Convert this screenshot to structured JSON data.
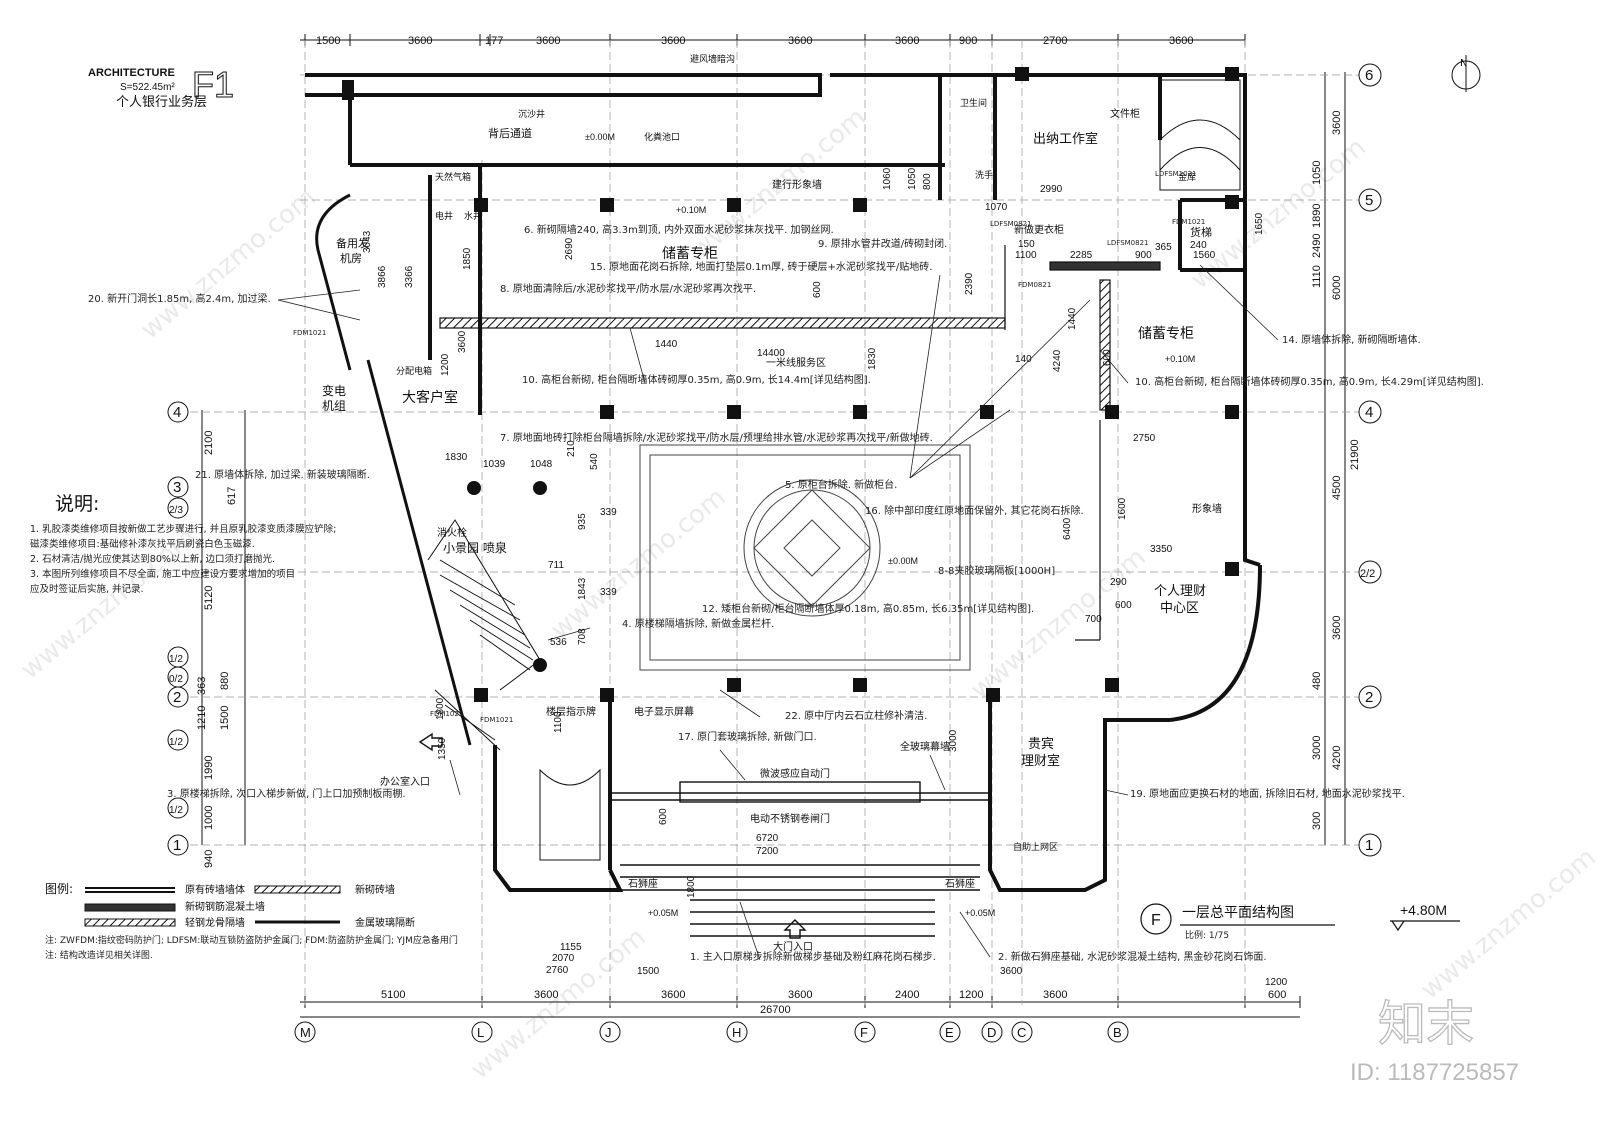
{
  "header": {
    "architecture": "ARCHITECTURE",
    "area": "S=522.45m²",
    "floor_code": "F1",
    "floor_name": "个人银行业务层"
  },
  "top_dims": [
    "1500",
    "3600",
    "177",
    "3600",
    "3600",
    "3600",
    "3600",
    "900",
    "2700",
    "3600"
  ],
  "bottom_dims": [
    "5100",
    "3600",
    "3600",
    "3600",
    "2400",
    "1200",
    "3600",
    "600"
  ],
  "bottom_total": "26700",
  "bottom_axes": [
    "M",
    "L",
    "J",
    "H",
    "F",
    "E",
    "D",
    "C",
    "B"
  ],
  "right_axes": [
    "6",
    "5",
    "4",
    "2/2",
    "2",
    "1"
  ],
  "left_axes": [
    "4",
    "3",
    "2/3",
    "1/2",
    "0/2",
    "2",
    "1/2",
    "1/2",
    "1"
  ],
  "right_dims": [
    "3600",
    "1050",
    "1890",
    "2490",
    "1110",
    "6000",
    "4500",
    "3600",
    "480",
    "3000",
    "4200",
    "300",
    "21900"
  ],
  "left_dims": [
    "2100",
    "617",
    "5120",
    "363",
    "880",
    "1210",
    "1500",
    "1990",
    "1000",
    "940"
  ],
  "rooms": {
    "savings_left": "储蓄专柜",
    "savings_right": "储蓄专柜",
    "cashier": "出纳工作室",
    "vip_client": "大客户室",
    "garden": "小景园 喷泉",
    "financial_1": "个人理财",
    "financial_2": "中心区",
    "vip_finance_1": "贵宾",
    "vip_finance_2": "理财室",
    "power": "变电",
    "power2": "机组",
    "generator": "备用发",
    "generator2": "机房",
    "elevator": "货梯",
    "back_passage": "背后通道",
    "service_zone": "一米线服务区",
    "gas": "天然气箱",
    "toilet": "卫生间",
    "wash": "洗手",
    "file_cab": "文件柜",
    "vault": "金库",
    "new_locker": "新做更衣柜",
    "brand_wall": "建行形象墙",
    "image_wall": "形象墙",
    "fire_box": "消火栓",
    "dist_box": "分配电箱",
    "lion_left": "石狮座",
    "lion_right": "石狮座",
    "floor_sign": "楼层指示牌",
    "screen": "电子显示屏幕",
    "auto_door": "微波感应自动门",
    "shutter": "电动不锈钢卷闸门",
    "glass_wall": "全玻璃幕墙",
    "self_service": "自助上网区",
    "office_entry": "办公室入口",
    "main_entry": "大门入口",
    "elec_well": "电井",
    "water_well": "水井",
    "sand_well": "沉沙井",
    "vent": "避风墙暗沟",
    "fire_entry": "化粪池口"
  },
  "elevations": [
    "±0.00M",
    "+0.10M",
    "+0.10M",
    "±0.00M",
    "+0.05M",
    "+0.05M"
  ],
  "notes": [
    "6. 新砌隔墙240, 高3.3m到顶, 内外双面水泥砂浆抹灰找平. 加钢丝网.",
    "9. 原排水管井改道/砖砌封闭.",
    "15. 原地面花岗石拆除, 地面打垫层0.1m厚, 砖于硬层+水泥砂浆找平/贴地砖.",
    "8. 原地面清除后/水泥砂浆找平/防水层/水泥砂浆再次找平.",
    "20. 新开门洞长1.85m, 高2.4m, 加过梁.",
    "14. 原墙体拆除, 新砌隔断墙体.",
    "10. 高柜台新砌, 柜台隔断墙体砖砌厚0.35m, 高0.9m, 长14.4m[详见结构图].",
    "10. 高柜台新砌, 柜台隔断墙体砖砌厚0.35m, 高0.9m, 长4.29m[详见结构图].",
    "7. 原地面地砖打除柜台隔墙拆除/水泥砂浆找平/防水层/预埋给排水管/水泥砂浆再次找平/新做地砖.",
    "5. 原柜台拆除. 新做柜台.",
    "21. 原墙体拆除, 加过梁. 新装玻璃隔断.",
    "16. 除中部印度红原地面保留外, 其它花岗石拆除.",
    "8-8夹胶玻璃隔板[1000H]",
    "12. 矮柜台新砌/柜台隔断墙体厚0.18m, 高0.85m, 长6.35m[详见结构图].",
    "4. 原楼梯隔墙拆除, 新做金属栏杆.",
    "22. 原中厅内云石立柱修补清洁.",
    "17. 原门套玻璃拆除, 新做门口.",
    "3. 原楼梯拆除, 次口入梯步新做, 门上口加预制板雨棚.",
    "19. 原地面应更换石材的地面, 拆除旧石材, 地面水泥砂浆找平.",
    "1. 主入口原梯步拆除新做梯步基础及粉红麻花岗石梯步.",
    "2. 新做石狮座基础, 水泥砂浆混凝土结构, 黑金砂花岗石饰面."
  ],
  "explain": {
    "title": "说明:",
    "items": [
      "1.   乳胶漆类维修项目按新做工艺步骤进行, 并且原乳胶漆变质漆膜应铲除;",
      "      磁漆类维修项目:基础修补漆灰找平后刷瓷白色玉磁漆.",
      "2.   石材清洁/抛光应使其达到80%以上新, 边口须打磨抛光.",
      "3.   本图所列维修项目不尽全面, 施工中应建设方要求增加的项目",
      "      应及时签证后实施, 并记录."
    ]
  },
  "legend": {
    "title": "图例:",
    "items": [
      "原有砖墙墙体",
      "新砌砖墙",
      "新砌钢筋混凝土墙",
      "轻钢龙骨隔墙",
      "金属玻璃隔断"
    ],
    "note1": "注: ZWFDM:指纹密码防护门; LDFSM:联动互锁防盗防护金属门; FDM:防盗防护金属门; YJM应急备用门",
    "note2": "注: 结构改造详见相关详图."
  },
  "title_block": {
    "letter": "F",
    "title": "一层总平面结构图",
    "scale": "比例: 1/75",
    "level": "+4.80M"
  },
  "inner_dims": [
    "1060",
    "1050",
    "800",
    "2990",
    "1070",
    "150",
    "1100",
    "2285",
    "900",
    "365",
    "240",
    "1560",
    "1650",
    "2690",
    "3043",
    "3866",
    "3366",
    "1850",
    "2390",
    "600",
    "1440",
    "14400",
    "1830",
    "140",
    "4240",
    "1440",
    "600",
    "3600",
    "1200",
    "2750",
    "1830",
    "1039",
    "1048",
    "210",
    "540",
    "935",
    "339",
    "711",
    "1843",
    "339",
    "536",
    "708",
    "1600",
    "6400",
    "3350",
    "290",
    "600",
    "700",
    "1100",
    "3000",
    "600",
    "6720",
    "7200",
    "1800",
    "1350",
    "1800",
    "1155",
    "2070",
    "2760",
    "1500",
    "3600",
    "1200"
  ],
  "door_codes": [
    "FDM1021",
    "FDM1021",
    "LDFSM0821",
    "FDM0821",
    "LDFSM0821",
    "LDFSM1021",
    "FDM1021",
    "FDM1021"
  ],
  "watermark": {
    "brand": "知末",
    "id": "ID: 1187725857",
    "site": "www.znzmo.com"
  },
  "colors": {
    "line": "#111111",
    "wall": "#333333",
    "note": "#222222",
    "watermark": "#d6d6d6"
  }
}
